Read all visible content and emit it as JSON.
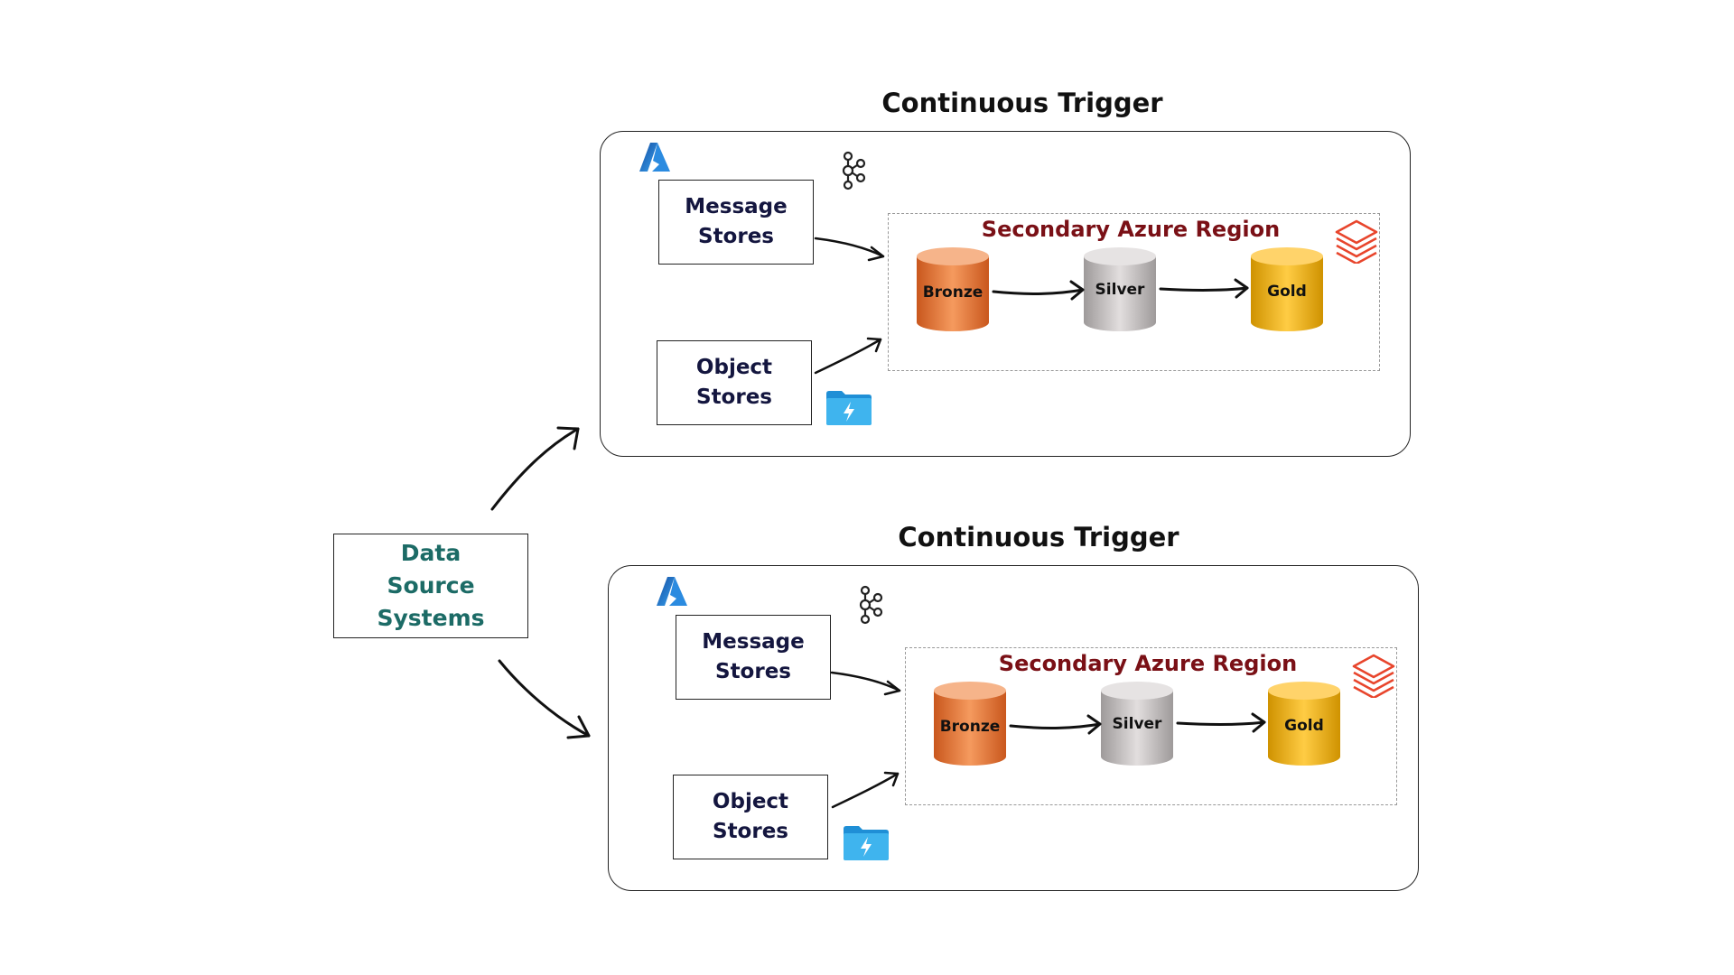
{
  "source": {
    "lines": [
      "Data",
      "Source",
      "Systems"
    ]
  },
  "panels": [
    {
      "title": "Continuous Trigger",
      "message_store": [
        "Message",
        "Stores"
      ],
      "object_store": [
        "Object",
        "Stores"
      ],
      "region_title": "Secondary Azure Region",
      "layers": [
        "Bronze",
        "Silver",
        "Gold"
      ]
    },
    {
      "title": "Continuous Trigger",
      "message_store": [
        "Message",
        "Stores"
      ],
      "object_store": [
        "Object",
        "Stores"
      ],
      "region_title": "Secondary Azure Region",
      "layers": [
        "Bronze",
        "Silver",
        "Gold"
      ]
    }
  ],
  "icons": [
    "azure-icon",
    "kafka-icon",
    "databricks-icon",
    "storage-folder-icon"
  ],
  "colors": {
    "source_text": "#1c6b66",
    "store_text": "#14163f",
    "region_title": "#7a1016",
    "bronze": "#f08a4b",
    "silver": "#c9c4c4",
    "gold": "#f2b51c",
    "databricks": "#e8452c",
    "azure": "#1f6fd1"
  }
}
